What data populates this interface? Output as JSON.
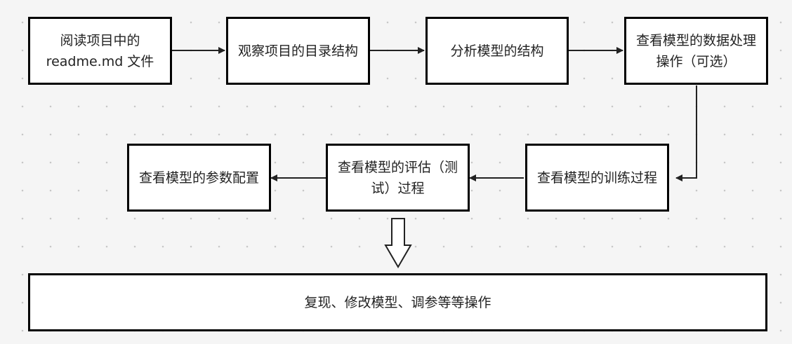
{
  "diagram": {
    "steps": [
      {
        "id": "read-readme",
        "label": "阅读项目中的readme.md 文件"
      },
      {
        "id": "observe-structure",
        "label": "观察项目的目录结构"
      },
      {
        "id": "analyze-model",
        "label": "分析模型的结构"
      },
      {
        "id": "data-processing",
        "label": "查看模型的数据处理操作（可选）"
      },
      {
        "id": "training",
        "label": "查看模型的训练过程"
      },
      {
        "id": "evaluation",
        "label": "查看模型的评估（测试）过程"
      },
      {
        "id": "parameters",
        "label": "查看模型的参数配置"
      },
      {
        "id": "reproduce",
        "label": "复现、修改模型、调参等等操作"
      }
    ],
    "colors": {
      "background": "#f5f5f5",
      "grid_dot": "#c8c8c8",
      "box_border": "#000000",
      "box_fill": "#ffffff",
      "arrow": "#222222"
    }
  }
}
